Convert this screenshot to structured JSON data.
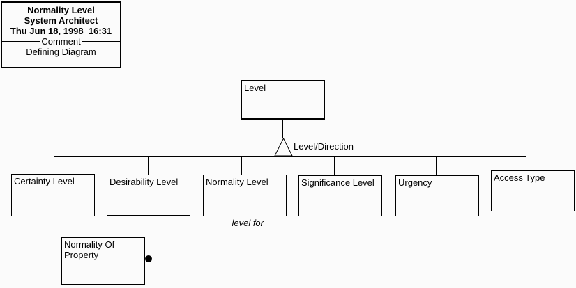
{
  "title_block": {
    "diagram_name": "Normality Level",
    "application": "System Architect",
    "timestamp": "Thu Jun 18, 1998  16:31",
    "comment_label": "Comment",
    "comment_value": "Defining Diagram"
  },
  "diagram": {
    "parent_node": {
      "label": "Level"
    },
    "subtype_relationship": {
      "label": "Level/Direction",
      "symbol": "triangle"
    },
    "child_nodes": [
      {
        "label": "Certainty Level"
      },
      {
        "label": "Desirability Level"
      },
      {
        "label": "Normality Level"
      },
      {
        "label": "Significance Level"
      },
      {
        "label": "Urgency"
      },
      {
        "label": "Access Type"
      }
    ],
    "association": {
      "label": "level for",
      "from_node": "Normality Level",
      "to_node": {
        "label": "Normality Of Property"
      },
      "endpoint_symbol": "filled-dot"
    },
    "colors": {
      "line": "#000000",
      "background": "#fbfbfb",
      "text": "#000000"
    }
  }
}
